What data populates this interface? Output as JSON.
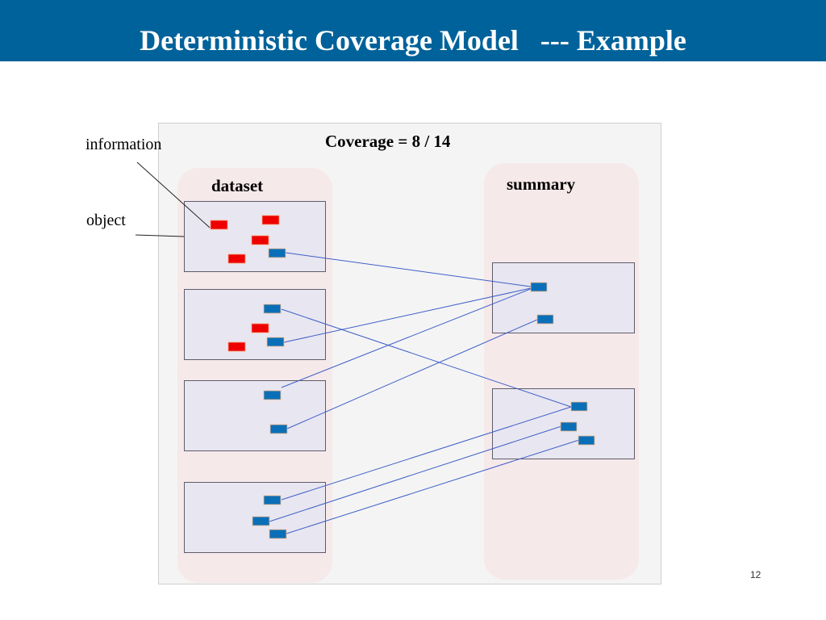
{
  "slide": {
    "title": "Deterministic Coverage Model   --- Example",
    "page_number": "12"
  },
  "diagram": {
    "coverage_label": "Coverage = 8 / 14",
    "dataset_label": "dataset",
    "summary_label": "summary",
    "information_label": "information",
    "object_label": "object"
  },
  "colors": {
    "title_bar": "#00629a",
    "information_red": "#ee0000",
    "information_blue": "#0b6fb8",
    "link_line": "#3d5fc8"
  }
}
